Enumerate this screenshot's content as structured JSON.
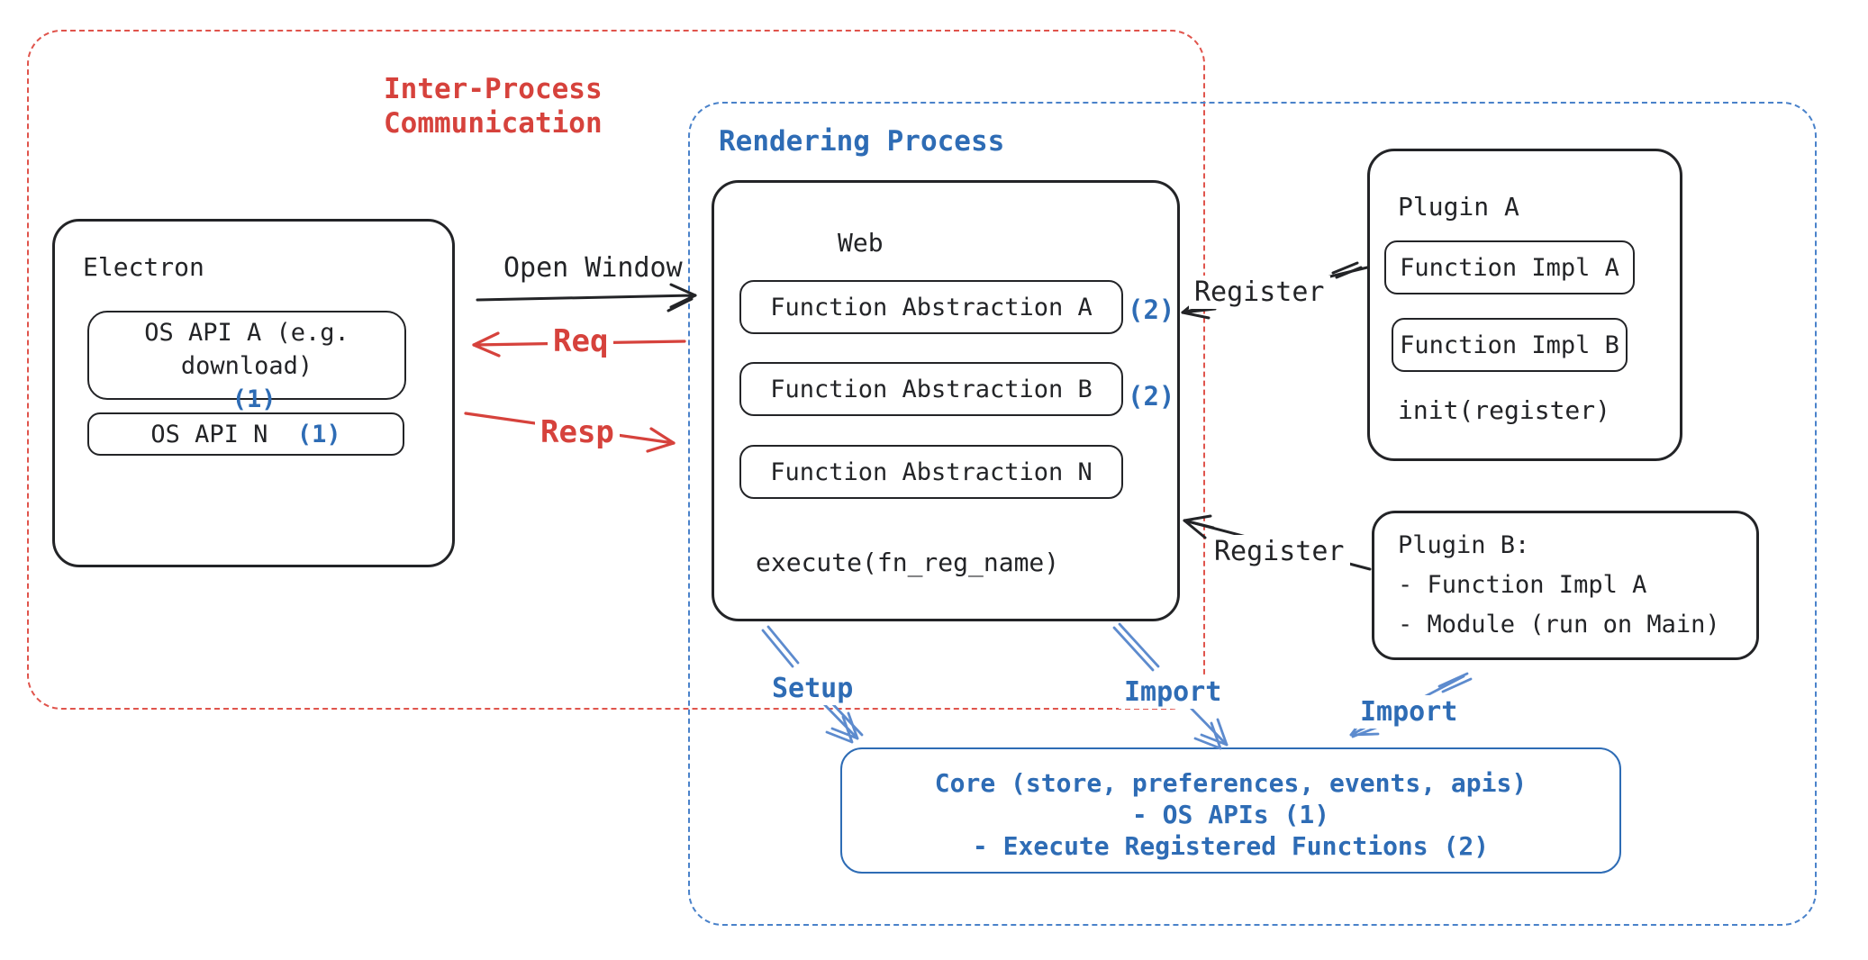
{
  "colors": {
    "ink": "#232427",
    "red": "#d6423c",
    "red-dash": "#e0544c",
    "blue": "#2e6cb5",
    "blue-dash": "#4a82ca",
    "sketch-blue": "#5d8bce",
    "bg": "#ffffff"
  },
  "boundaries": {
    "ipc": {
      "label": "Inter-Process Communication"
    },
    "rendering": {
      "label": "Rendering Process"
    }
  },
  "electron": {
    "title": "Electron",
    "apis": [
      {
        "label": "OS API A (e.g. download)",
        "ref": "(1)"
      },
      {
        "label": "OS API N",
        "ref": "(1)"
      }
    ]
  },
  "web": {
    "title": "Web",
    "abstractions": [
      {
        "label": "Function Abstraction A",
        "ref": "(2)"
      },
      {
        "label": "Function Abstraction B",
        "ref": "(2)"
      },
      {
        "label": "Function Abstraction N"
      }
    ],
    "footer": "execute(fn_reg_name)"
  },
  "plugin_a": {
    "title": "Plugin A",
    "impls": [
      {
        "label": "Function Impl A"
      },
      {
        "label": "Function Impl B"
      }
    ],
    "footer": "init(register)"
  },
  "plugin_b": {
    "title": "Plugin B:",
    "items": [
      {
        "label": "- Function Impl A"
      },
      {
        "label": "- Module (run on Main)"
      }
    ]
  },
  "core": {
    "lines": [
      {
        "text": "Core (store, preferences, events, apis)"
      },
      {
        "text": "- OS APIs (1)"
      },
      {
        "text": "- Execute Registered Functions (2)"
      }
    ]
  },
  "labels": {
    "open_window": "Open Window",
    "req": "Req",
    "resp": "Resp",
    "register_top": "Register",
    "register_bottom": "Register",
    "setup": "Setup",
    "import_left": "Import",
    "import_right": "Import"
  }
}
